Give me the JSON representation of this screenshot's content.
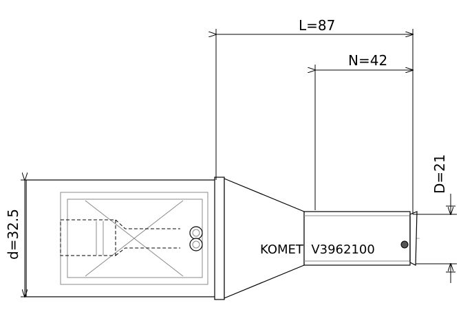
{
  "dimensions": {
    "total_length": "L=87",
    "neck_length": "N=42",
    "shank_diameter": "d=32.5",
    "drill_diameter": "D=21"
  },
  "marking": "KOMET  V3962100"
}
